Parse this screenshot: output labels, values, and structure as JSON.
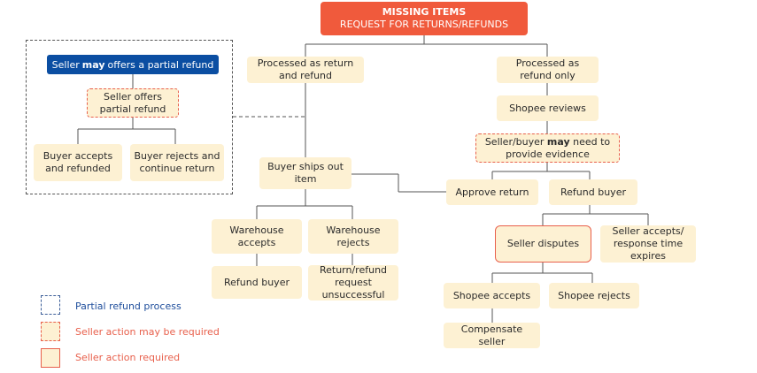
{
  "title_line1": "MISSING ITEMS",
  "title_line2": "REQUEST FOR RETURNS/REFUNDS",
  "partial": {
    "title_pre": "Seller ",
    "title_bold": "may",
    "title_post": " offers a partial refund",
    "offer": "Seller offers partial refund",
    "accept": "Buyer accepts and refunded",
    "reject": "Buyer rejects and continue return"
  },
  "nodes": {
    "return_refund": "Processed as return and refund",
    "refund_only": "Processed as refund only",
    "shopee_reviews": "Shopee reviews",
    "evidence_pre": "Seller/buyer ",
    "evidence_bold": "may",
    "evidence_post": " need to provide evidence",
    "buyer_ships": "Buyer ships out item",
    "approve_return": "Approve return",
    "refund_buyer_right": "Refund buyer",
    "warehouse_accepts": "Warehouse accepts",
    "warehouse_rejects": "Warehouse rejects",
    "refund_buyer_left": "Refund buyer",
    "unsuccessful": "Return/refund request unsuccessful",
    "seller_disputes": "Seller disputes",
    "seller_accepts": "Seller accepts/ response time expires",
    "shopee_accepts": "Shopee accepts",
    "shopee_rejects": "Shopee rejects",
    "compensate": "Compensate seller"
  },
  "legend": {
    "partial": "Partial refund process",
    "may_required": "Seller action may be required",
    "required": "Seller action required"
  },
  "colors": {
    "root": "#f05a3c",
    "node_fill": "#fdf1d3",
    "accent_border": "#e8604c",
    "partial_blue": "#0b4ea2",
    "legend_blue_text": "#1f4e9c",
    "legend_red_text": "#e8604c"
  }
}
